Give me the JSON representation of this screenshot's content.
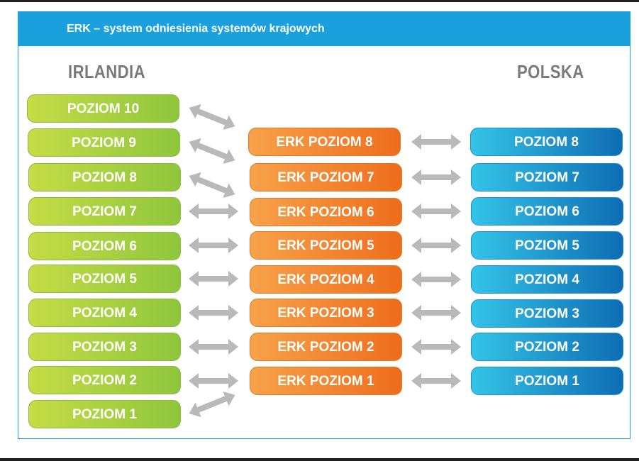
{
  "header": {
    "title": "ERK – system odniesienia systemów krajowych"
  },
  "columns": {
    "left_title": "IRLANDIA",
    "right_title": "POLSKA"
  },
  "irlandia": [
    "POZIOM 10",
    "POZIOM 9",
    "POZIOM 8",
    "POZIOM 7",
    "POZIOM 6",
    "POZIOM 5",
    "POZIOM 4",
    "POZIOM 3",
    "POZIOM 2",
    "POZIOM 1"
  ],
  "erk": [
    "ERK POZIOM 8",
    "ERK POZIOM 7",
    "ERK POZIOM 6",
    "ERK POZIOM 5",
    "ERK POZIOM 4",
    "ERK POZIOM 3",
    "ERK POZIOM 2",
    "ERK POZIOM 1"
  ],
  "polska": [
    "POZIOM 8",
    "POZIOM 7",
    "POZIOM 6",
    "POZIOM 5",
    "POZIOM 4",
    "POZIOM 3",
    "POZIOM 2",
    "POZIOM 1"
  ],
  "colors": {
    "header": "#1aa0dc",
    "green": "#8fc63c",
    "orange": "#ee6d1c",
    "blue": "#0e6db3",
    "arrow": "#b9b9b9"
  },
  "icons": {
    "connector": "double-arrow-icon"
  }
}
